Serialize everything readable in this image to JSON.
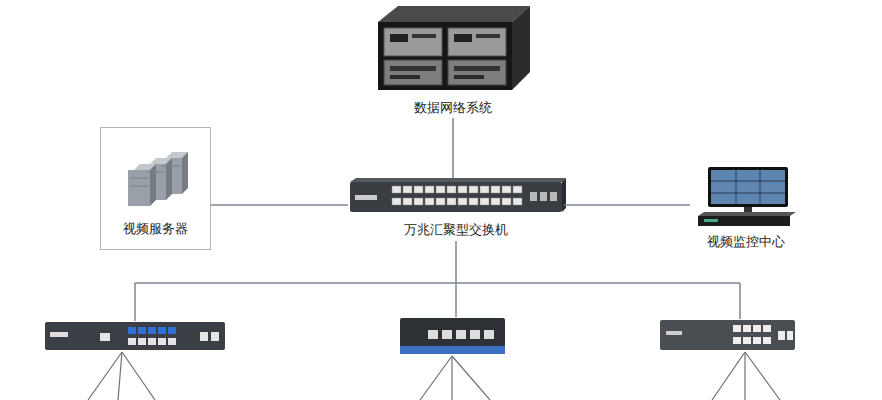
{
  "diagram": {
    "nodes": [
      {
        "text": [
          "数据网络系统"
        ]
      },
      {
        "text": [
          "视频服务器"
        ]
      },
      {
        "text": [
          "万兆汇聚型交换机"
        ]
      },
      {
        "text": [
          "视频监控中心"
        ]
      }
    ],
    "edges": [
      {
        "from": 0,
        "to": 2,
        "arrow": "none"
      },
      {
        "from": 1,
        "to": 2,
        "arrow": "none"
      },
      {
        "from": 2,
        "to": 3,
        "arrow": "none"
      }
    ]
  }
}
